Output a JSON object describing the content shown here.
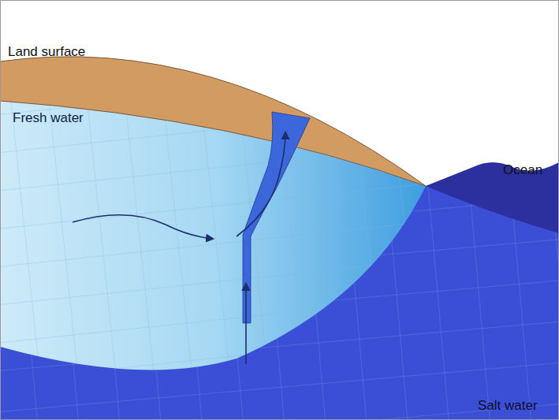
{
  "diagram": {
    "labels": [
      "Land surface",
      "Fresh water",
      "Ocean",
      "Salt water"
    ]
  }
}
